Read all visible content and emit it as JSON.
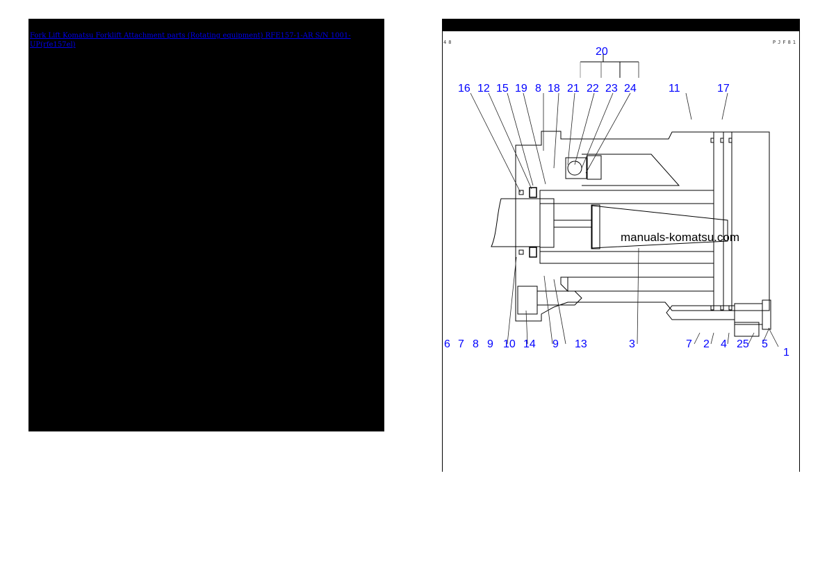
{
  "left_panel": {
    "link_parts": [
      "Fork Lift Komatsu",
      "Forklift Attachment parts (Rotating equipment)",
      "RFE157-1-AR S/N 1001-UP(rfe157el)"
    ]
  },
  "drawing": {
    "corner_left": "48",
    "corner_right": "PJF81",
    "watermark": "manuals-komatsu.com",
    "top_group_label": "20",
    "top_callouts": [
      "16",
      "12",
      "15",
      "19",
      "8",
      "18",
      "21",
      "22",
      "23",
      "24",
      "11",
      "17"
    ],
    "bottom_callouts": [
      "6",
      "7",
      "8",
      "9",
      "10",
      "14",
      "9",
      "13",
      "3",
      "7",
      "2",
      "4",
      "25",
      "5",
      "1"
    ],
    "callout_color": "#0000ff"
  }
}
